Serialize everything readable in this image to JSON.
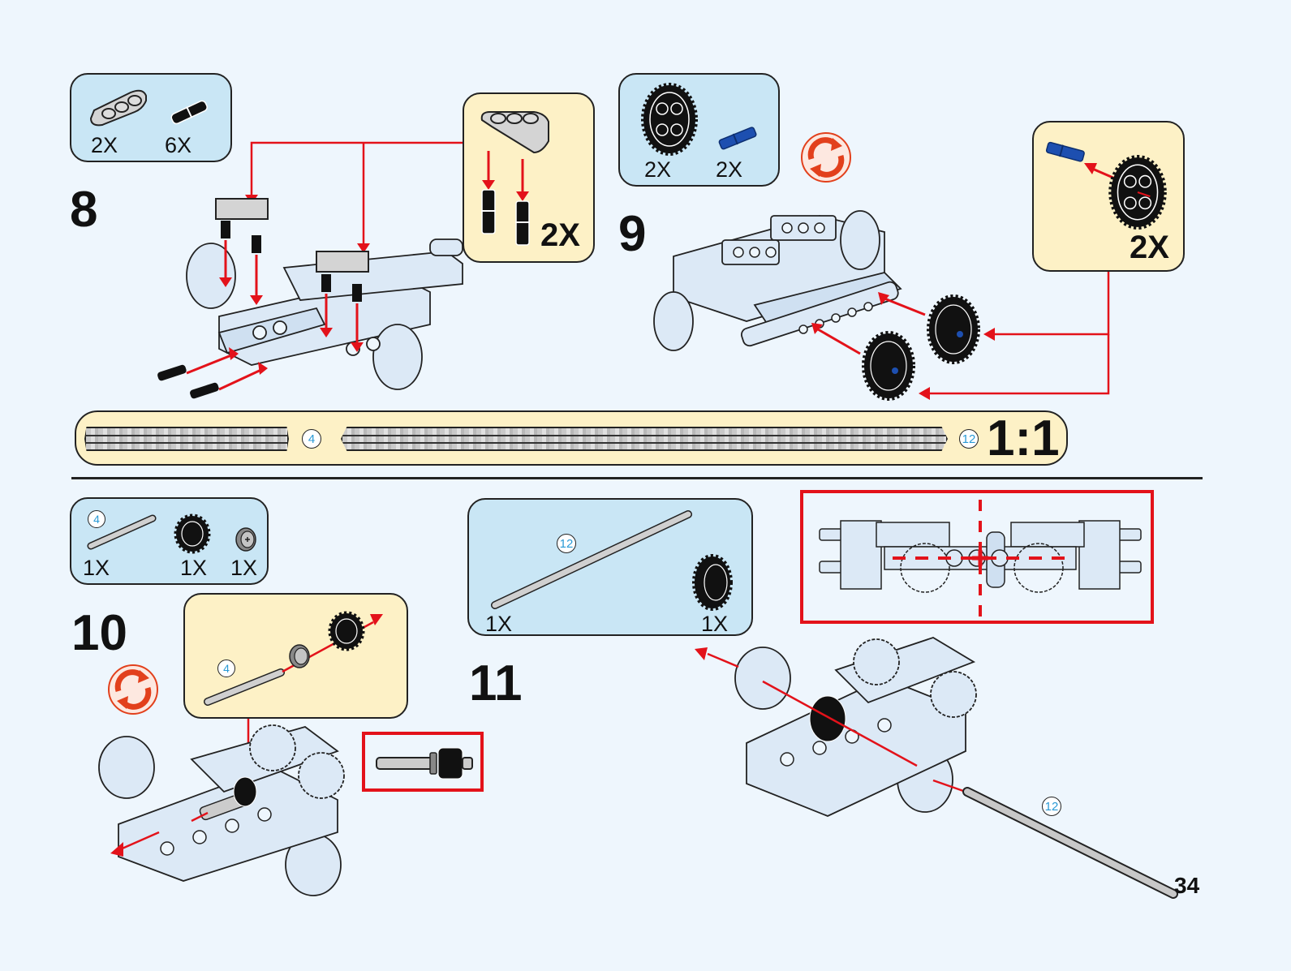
{
  "page": {
    "number": "34",
    "background": "#eef6fd"
  },
  "colors": {
    "parts_box": "#c9e6f5",
    "sub_box": "#fdf1c6",
    "arrow_red": "#e3121a",
    "badge_text": "#2a9ad6",
    "rotate_orange": "#e2401c",
    "pin_blue": "#1d4fb0"
  },
  "steps": [
    {
      "number": "8",
      "parts": [
        {
          "name": "3L thick beam (grey)",
          "icon": "beam-3l-icon",
          "qty": "2X"
        },
        {
          "name": "black friction pin",
          "icon": "black-pin-icon",
          "qty": "6X"
        }
      ],
      "subassembly": {
        "qty": "2X",
        "description": "beam + 2 black pins"
      }
    },
    {
      "number": "9",
      "rotate": true,
      "parts": [
        {
          "name": "24-tooth gear (black)",
          "icon": "gear-24-icon",
          "qty": "2X"
        },
        {
          "name": "blue axle pin",
          "icon": "blue-pin-icon",
          "qty": "2X"
        }
      ],
      "subassembly": {
        "qty": "2X",
        "description": "gear + blue axle pin"
      }
    },
    {
      "number": "10",
      "rotate": true,
      "parts": [
        {
          "name": "axle length 4",
          "icon": "axle-icon",
          "length": "4",
          "qty": "1X"
        },
        {
          "name": "16-tooth gear",
          "icon": "gear-16-icon",
          "qty": "1X"
        },
        {
          "name": "bush",
          "icon": "bush-icon",
          "qty": "1X"
        }
      ],
      "subassembly": {
        "axle_length": "4"
      }
    },
    {
      "number": "11",
      "parts": [
        {
          "name": "axle length 12",
          "icon": "axle-icon",
          "length": "12",
          "qty": "1X"
        },
        {
          "name": "20-tooth double bevel gear",
          "icon": "gear-20-icon",
          "qty": "1X"
        }
      ],
      "axle_label": "12"
    }
  ],
  "ruler": {
    "scale": "1:1",
    "axles": [
      {
        "length": "4"
      },
      {
        "length": "12"
      }
    ]
  }
}
